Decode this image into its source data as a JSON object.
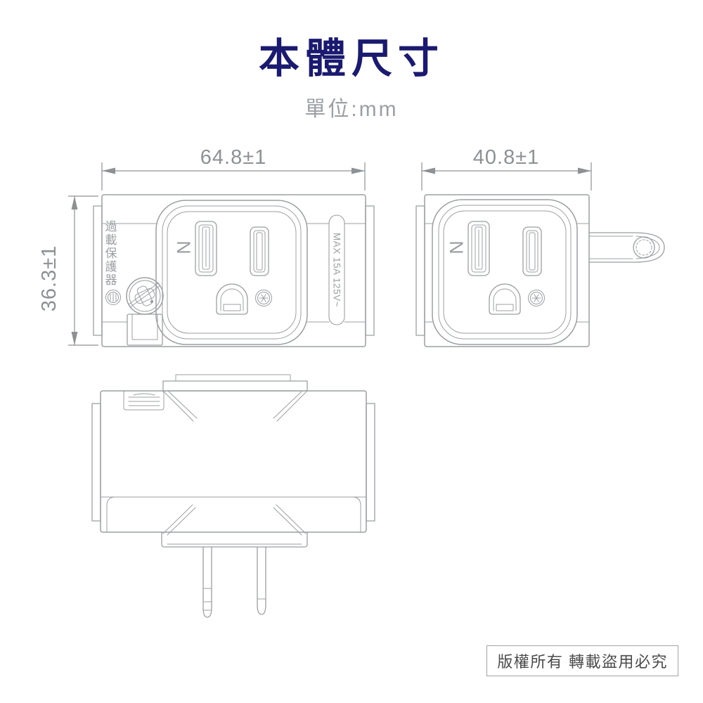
{
  "title": "本體尺寸",
  "subtitle": "單位:mm",
  "dimensions": {
    "front_width": "64.8±1",
    "side_depth": "40.8±1",
    "front_height": "36.3±1"
  },
  "labels": {
    "neutral": "N",
    "rating": "MAX 15A 125V~",
    "protection_chars": [
      "過",
      "載",
      "保",
      "護",
      "器"
    ]
  },
  "footer": {
    "copyright": "版權所有 轉載盜用必究"
  },
  "colors": {
    "title": "#1b1a71",
    "drawing_line": "#9b9fa1",
    "dimension": "#8d9194",
    "subtitle_gray": "#9aa0a4",
    "copyright_text": "#4b4b4b"
  }
}
